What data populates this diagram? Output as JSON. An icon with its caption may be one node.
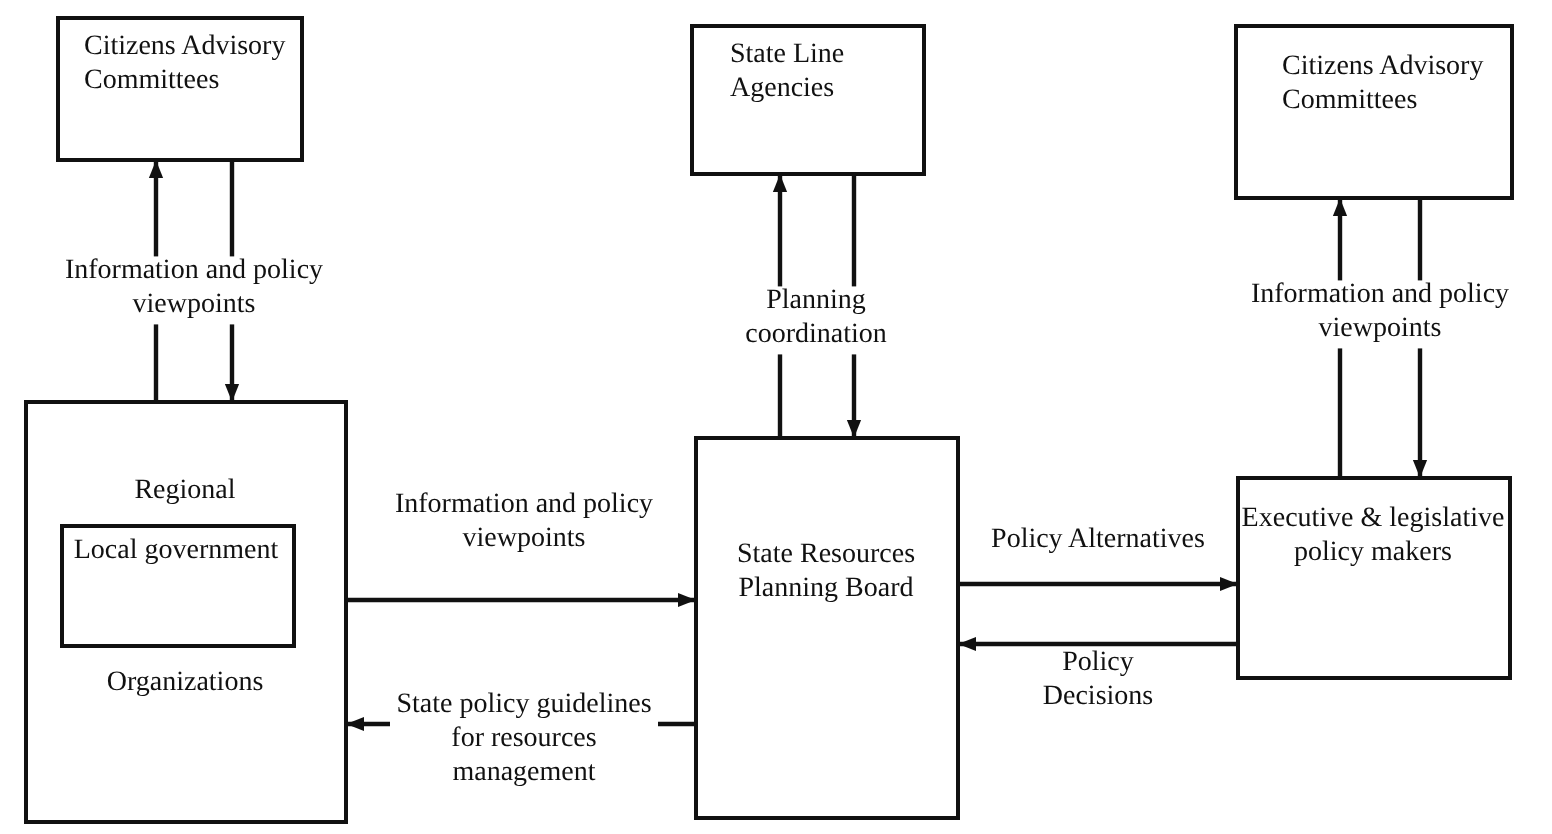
{
  "diagram": {
    "nodes": [
      {
        "text": [
          "Citizens Advisory Committees"
        ]
      },
      {
        "text": [
          "Regional",
          "Organizations"
        ]
      },
      {
        "text": [
          "Local government"
        ],
        "in": 1
      },
      {
        "text": [
          "State Line Agencies"
        ]
      },
      {
        "text": [
          "State Resources Planning Board"
        ]
      },
      {
        "text": [
          "Citizens Advisory Committees"
        ]
      },
      {
        "text": [
          "Executive & legislative policy makers"
        ]
      }
    ],
    "edges": [
      {
        "from": 1,
        "to": 0,
        "arrow": "to",
        "label": "Information and policy viewpoints"
      },
      {
        "from": 0,
        "to": 1,
        "arrow": "to"
      },
      {
        "from": 4,
        "to": 3,
        "arrow": "to",
        "label": "Planning coordination"
      },
      {
        "from": 3,
        "to": 4,
        "arrow": "to"
      },
      {
        "from": 6,
        "to": 5,
        "arrow": "to",
        "label": "Information and policy viewpoints"
      },
      {
        "from": 5,
        "to": 6,
        "arrow": "to"
      },
      {
        "from": 1,
        "to": 4,
        "arrow": "to",
        "label": "Information and policy viewpoints"
      },
      {
        "from": 4,
        "to": 1,
        "arrow": "to",
        "label": "State policy guidelines for resources management"
      },
      {
        "from": 4,
        "to": 6,
        "arrow": "to",
        "label": "Policy Alternatives"
      },
      {
        "from": 6,
        "to": 4,
        "arrow": "to",
        "label": "Policy Decisions"
      }
    ]
  }
}
